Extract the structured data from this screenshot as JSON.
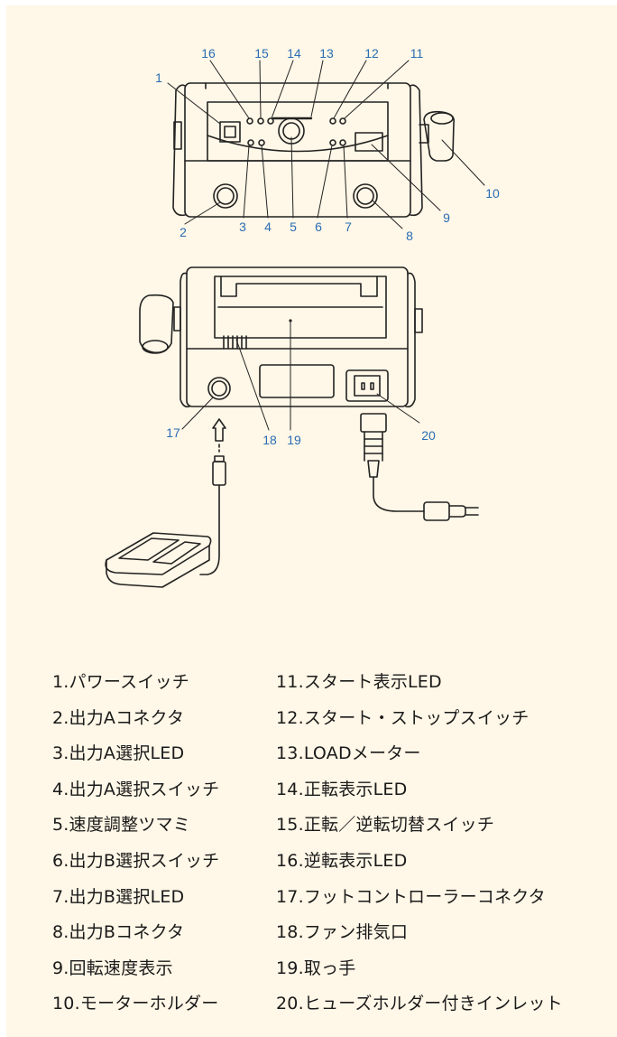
{
  "callouts": [
    "1",
    "2",
    "3",
    "4",
    "5",
    "6",
    "7",
    "8",
    "9",
    "10",
    "11",
    "12",
    "13",
    "14",
    "15",
    "16",
    "17",
    "18",
    "19",
    "20"
  ],
  "legend": {
    "left": [
      "1.パワースイッチ",
      "2.出力Aコネクタ",
      "3.出力A選択LED",
      "4.出力A選択スイッチ",
      "5.速度調整ツマミ",
      "6.出力B選択スイッチ",
      "7.出力B選択LED",
      "8.出力Bコネクタ",
      "9.回転速度表示",
      "10.モーターホルダー"
    ],
    "right": [
      "11.スタート表示LED",
      "12.スタート・ストップスイッチ",
      "13.LOADメーター",
      "14.正転表示LED",
      "15.正転／逆転切替スイッチ",
      "16.逆転表示LED",
      "17.フットコントローラーコネクタ",
      "18.ファン排気口",
      "19.取っ手",
      "20.ヒューズホルダー付きインレット"
    ]
  },
  "colors": {
    "panel": "#fff7e7",
    "callout": "#2a6db5",
    "line": "#222222",
    "text": "#1a1a1a"
  }
}
